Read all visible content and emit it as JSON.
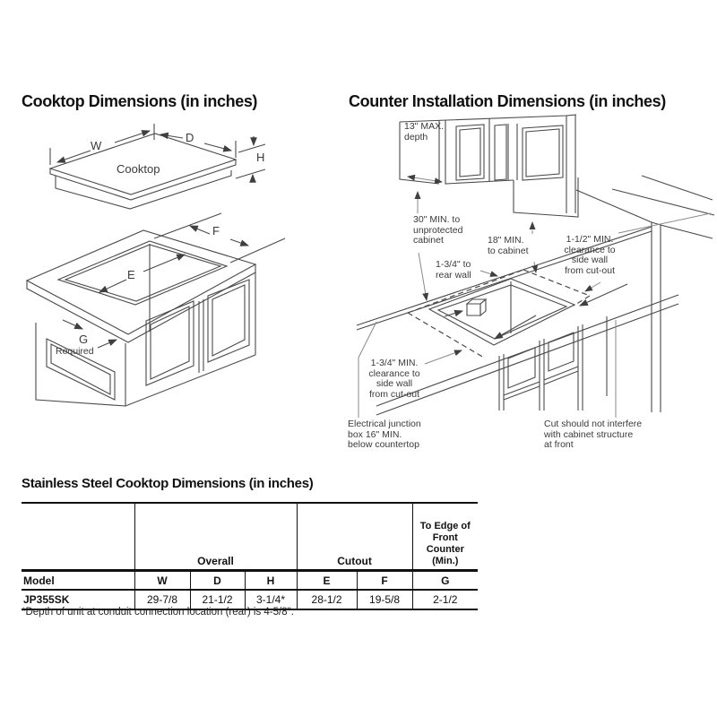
{
  "left_diagram": {
    "title": "Cooktop Dimensions (in inches)",
    "cooktop_label": "Cooktop",
    "dim_w": "W",
    "dim_d": "D",
    "dim_h": "H",
    "dim_e": "E",
    "dim_f": "F",
    "dim_g": "G",
    "required_label": "Required"
  },
  "right_diagram": {
    "title": "Counter Installation Dimensions (in inches)",
    "max_depth": "13\" MAX.\ndepth",
    "min_30": "30\" MIN. to\nunprotected\ncabinet",
    "rear_wall": "1-3/4\" to\nrear wall",
    "min_18": "18\" MIN.\nto cabinet",
    "clearance_right": "1-1/2\" MIN.\nclearance to\nside wall\nfrom cut-out",
    "clearance_left": "1-3/4\" MIN.\nclearance to\nside wall\nfrom cut-out",
    "junction_box": "Electrical junction\nbox 16\" MIN.\nbelow countertop",
    "cut_note": "Cut should not interfere\nwith cabinet structure\nat front"
  },
  "table": {
    "title": "Stainless Steel Cooktop Dimensions (in inches)",
    "groups": {
      "overall": "Overall",
      "cutout": "Cutout",
      "edge": "To Edge of Front Counter (Min.)"
    },
    "columns": {
      "model": "Model",
      "w": "W",
      "d": "D",
      "h": "H",
      "e": "E",
      "f": "F",
      "g": "G"
    },
    "rows": [
      {
        "model": "JP355SK",
        "w": "29-7/8",
        "d": "21-1/2",
        "h": "3-1/4*",
        "e": "28-1/2",
        "f": "19-5/8",
        "g": "2-1/2"
      }
    ],
    "footnote": "*Depth of unit at conduit connection location (rear) is 4-5/8\"."
  }
}
